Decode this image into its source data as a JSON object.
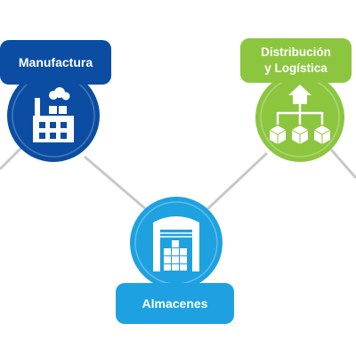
{
  "nodes": {
    "manufactura": {
      "label": "Manufactura",
      "icon": "factory-icon",
      "color": "#0b4da2"
    },
    "distribucion": {
      "label_line1": "Distribución",
      "label_line2": "y Logística",
      "icon": "distribution-hierarchy-icon",
      "color": "#8cc63f"
    },
    "almacenes": {
      "label": "Almacenes",
      "icon": "warehouse-icon",
      "color": "#1ea1e0"
    }
  },
  "connector_color": "#c8c8c8"
}
